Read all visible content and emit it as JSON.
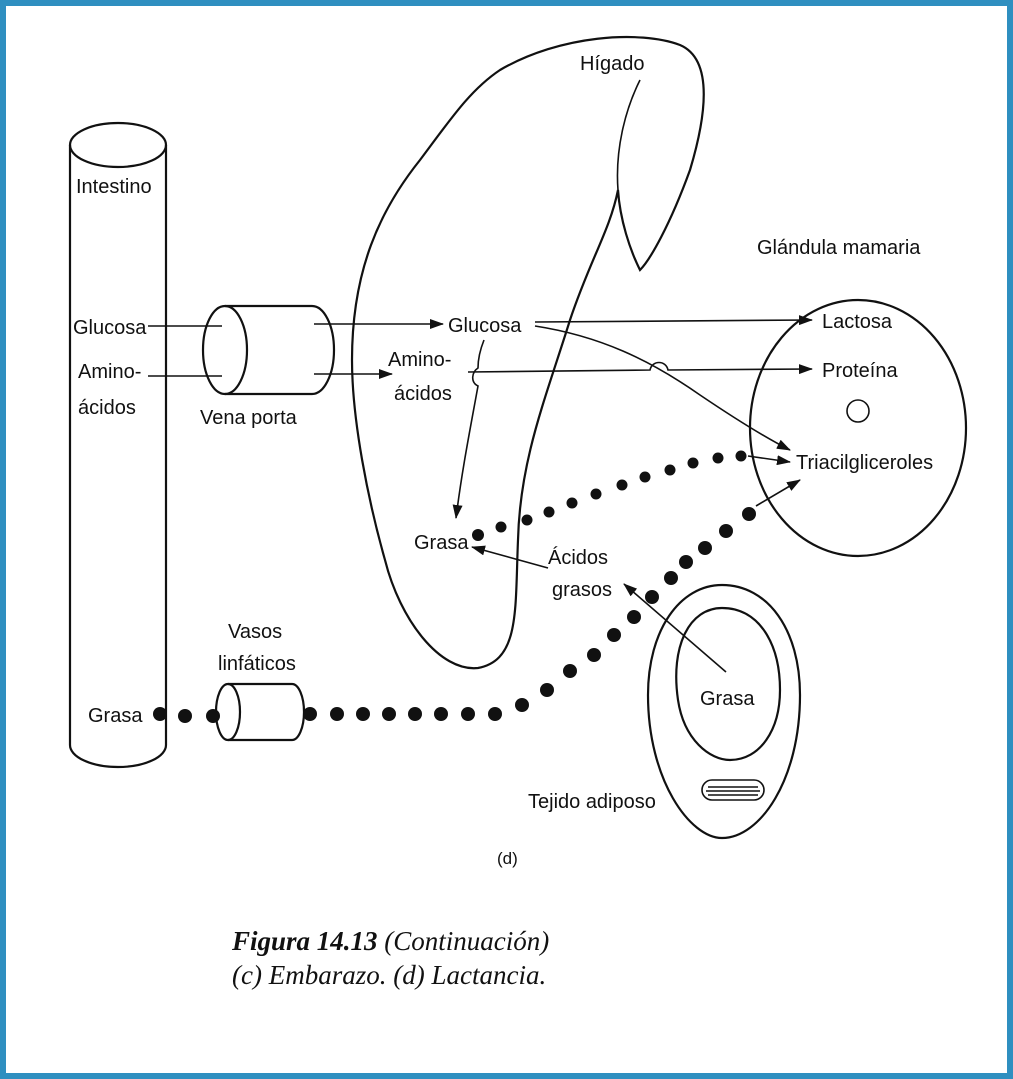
{
  "colors": {
    "frame": "#2f8fc0",
    "ink": "#111111"
  },
  "labels": {
    "higado": "Hígado",
    "intestino": "Intestino",
    "glandula": "Glándula mamaria",
    "glucosa_int": "Glucosa",
    "amino_int_1": "Amino-",
    "amino_int_2": "ácidos",
    "vena_porta": "Vena porta",
    "glucosa_liver": "Glucosa",
    "amino_liver_1": "Amino-",
    "amino_liver_2": "ácidos",
    "lactosa": "Lactosa",
    "proteina": "Proteína",
    "triacil": "Triacilgliceroles",
    "grasa_liver": "Grasa",
    "acidos_1": "Ácidos",
    "acidos_2": "grasos",
    "vasos_1": "Vasos",
    "vasos_2": "linfáticos",
    "grasa_int": "Grasa",
    "grasa_adipose": "Grasa",
    "tejido": "Tejido  adiposo",
    "panel": "(d)"
  },
  "caption": {
    "bold": "Figura 14.13",
    "rest": " (Continuación)",
    "line2": "(c) Embarazo. (d) Lactancia."
  }
}
